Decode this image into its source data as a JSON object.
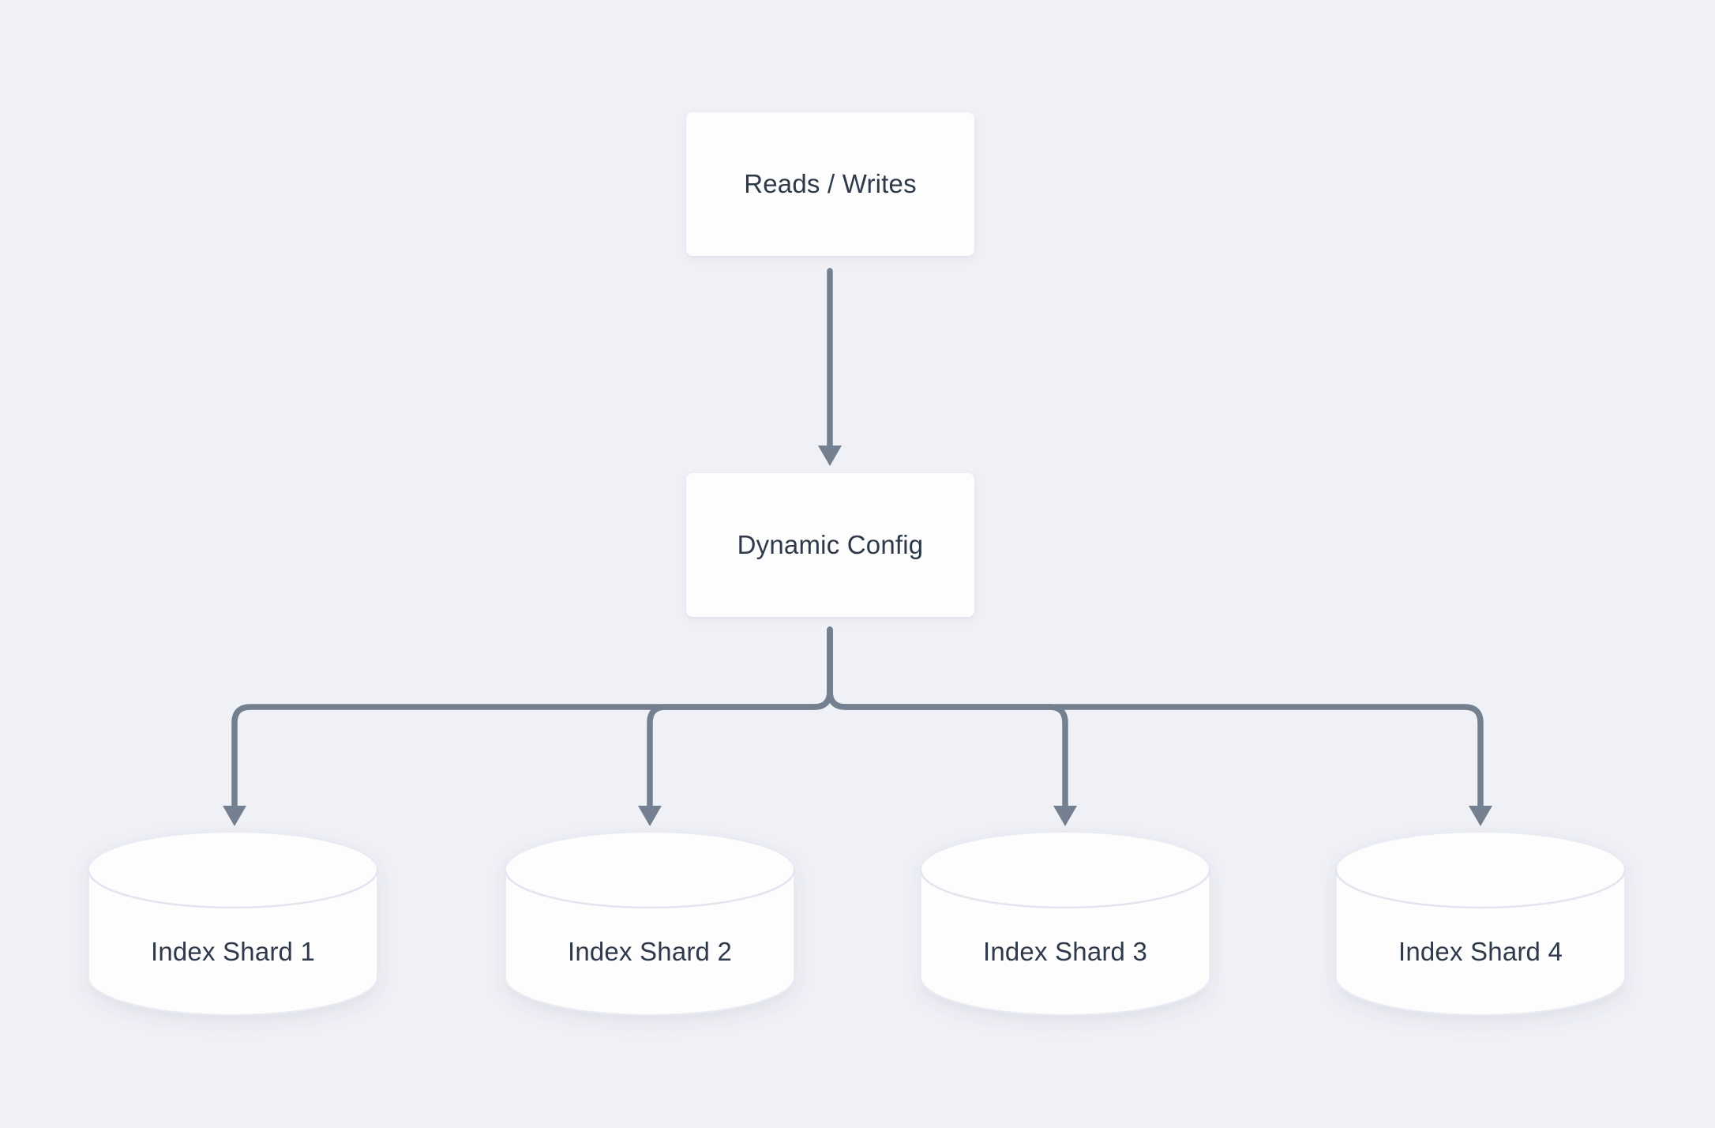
{
  "theme": {
    "background": "#F0F1F6",
    "node_fill": "#FDFDFE",
    "node_text_color": "#2E3A4A",
    "connector_color": "#74808F",
    "cylinder_stroke": "#E9EBF3",
    "cylinder_seam": "#E2E5EE"
  },
  "diagram": {
    "nodes": [
      {
        "id": "reads-writes",
        "type": "rectangle",
        "label": "Reads / Writes"
      },
      {
        "id": "dynamic-config",
        "type": "rectangle",
        "label": "Dynamic Config"
      },
      {
        "id": "index-shard-1",
        "type": "cylinder",
        "label": "Index Shard 1"
      },
      {
        "id": "index-shard-2",
        "type": "cylinder",
        "label": "Index Shard 2"
      },
      {
        "id": "index-shard-3",
        "type": "cylinder",
        "label": "Index Shard 3"
      },
      {
        "id": "index-shard-4",
        "type": "cylinder",
        "label": "Index Shard 4"
      }
    ],
    "edges": [
      {
        "from": "reads-writes",
        "to": "dynamic-config"
      },
      {
        "from": "dynamic-config",
        "to": "index-shard-1"
      },
      {
        "from": "dynamic-config",
        "to": "index-shard-2"
      },
      {
        "from": "dynamic-config",
        "to": "index-shard-3"
      },
      {
        "from": "dynamic-config",
        "to": "index-shard-4"
      }
    ]
  }
}
